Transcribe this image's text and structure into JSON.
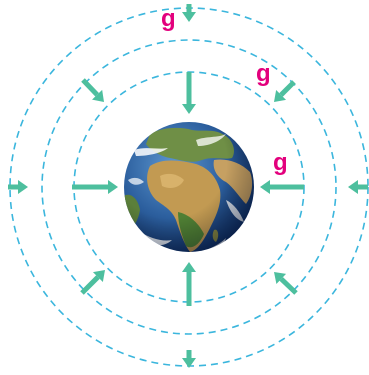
{
  "diagram": {
    "labels": [
      {
        "id": "g-outer",
        "text": "g"
      },
      {
        "id": "g-middle",
        "text": "g"
      },
      {
        "id": "g-inner",
        "text": "g"
      }
    ],
    "earth": {
      "name": "earth",
      "icon": "globe-icon"
    },
    "field_lines": {
      "rings": 3,
      "style": "dashed",
      "direction": "inward"
    },
    "colors": {
      "ring": "#3bb6dd",
      "arrow": "#4dbf9e",
      "label": "#e3007d",
      "ocean_light": "#3f79b8",
      "ocean_dark": "#0f2e63",
      "land": "#c29a52",
      "land_green": "#4f7f34",
      "cloud": "#ffffff"
    }
  }
}
